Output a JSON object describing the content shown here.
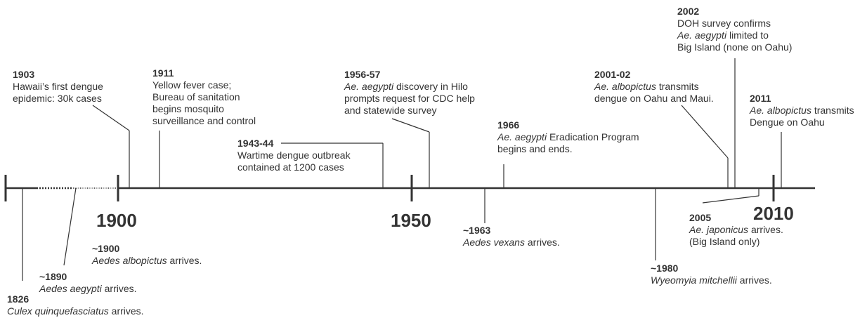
{
  "decades": [
    {
      "id": "d1900",
      "label": "1900"
    },
    {
      "id": "d1950",
      "label": "1950"
    },
    {
      "id": "d2010",
      "label": "2010"
    }
  ],
  "events": [
    {
      "id": "e1826",
      "year": "1826",
      "lines": [
        {
          "italic": "Culex quinquefasciatus",
          "rest": " arrives."
        }
      ]
    },
    {
      "id": "e1890",
      "year": "~1890",
      "lines": [
        {
          "italic": "Aedes aegypti",
          "rest": " arrives."
        }
      ]
    },
    {
      "id": "e1900",
      "year": "~1900",
      "lines": [
        {
          "italic": "Aedes albopictus",
          "rest": " arrives."
        }
      ]
    },
    {
      "id": "e1903",
      "year": "1903",
      "lines": [
        {
          "italic": "",
          "rest": "Hawaii’s first dengue"
        },
        {
          "italic": "",
          "rest": "epidemic: 30k cases"
        }
      ]
    },
    {
      "id": "e1911",
      "year": "1911",
      "lines": [
        {
          "italic": "",
          "rest": "Yellow fever case;"
        },
        {
          "italic": "",
          "rest": "Bureau of sanitation"
        },
        {
          "italic": "",
          "rest": "begins mosquito"
        },
        {
          "italic": "",
          "rest": "surveillance and control"
        }
      ]
    },
    {
      "id": "e1943",
      "year": "1943-44",
      "lines": [
        {
          "italic": "",
          "rest": "Wartime dengue outbreak"
        },
        {
          "italic": "",
          "rest": "contained at 1200 cases"
        }
      ]
    },
    {
      "id": "e1956",
      "year": "1956-57",
      "lines": [
        {
          "italic": "Ae. aegypti",
          "rest": " discovery in Hilo"
        },
        {
          "italic": "",
          "rest": "prompts request for CDC help"
        },
        {
          "italic": "",
          "rest": "and statewide survey"
        }
      ]
    },
    {
      "id": "e1963",
      "year": "~1963",
      "lines": [
        {
          "italic": "Aedes vexans",
          "rest": " arrives."
        }
      ]
    },
    {
      "id": "e1966",
      "year": "1966",
      "lines": [
        {
          "italic": "Ae. aegypti",
          "rest": " Eradication Program"
        },
        {
          "italic": "",
          "rest": "begins and ends."
        }
      ]
    },
    {
      "id": "e1980",
      "year": "~1980",
      "lines": [
        {
          "italic": "Wyeomyia mitchellii",
          "rest": " arrives."
        }
      ]
    },
    {
      "id": "e2001",
      "year": "2001-02",
      "lines": [
        {
          "italic": "Ae. albopictus",
          "rest": " transmits"
        },
        {
          "italic": "",
          "rest": "dengue on Oahu and Maui."
        }
      ]
    },
    {
      "id": "e2002",
      "year": "2002",
      "lines": [
        {
          "italic": "",
          "rest": "DOH survey confirms"
        },
        {
          "italic": "Ae. aegypti",
          "rest": " limited to"
        },
        {
          "italic": "",
          "rest": "Big Island (none on Oahu)"
        }
      ]
    },
    {
      "id": "e2005",
      "year": "2005",
      "lines": [
        {
          "italic": "Ae. japonicus",
          "rest": " arrives."
        },
        {
          "italic": "",
          "rest": "(Big Island only)"
        }
      ]
    },
    {
      "id": "e2011",
      "year": "2011",
      "lines": [
        {
          "italic": "Ae. albopictus",
          "rest": " transmits"
        },
        {
          "italic": "",
          "rest": "Dengue on Oahu"
        }
      ]
    }
  ]
}
